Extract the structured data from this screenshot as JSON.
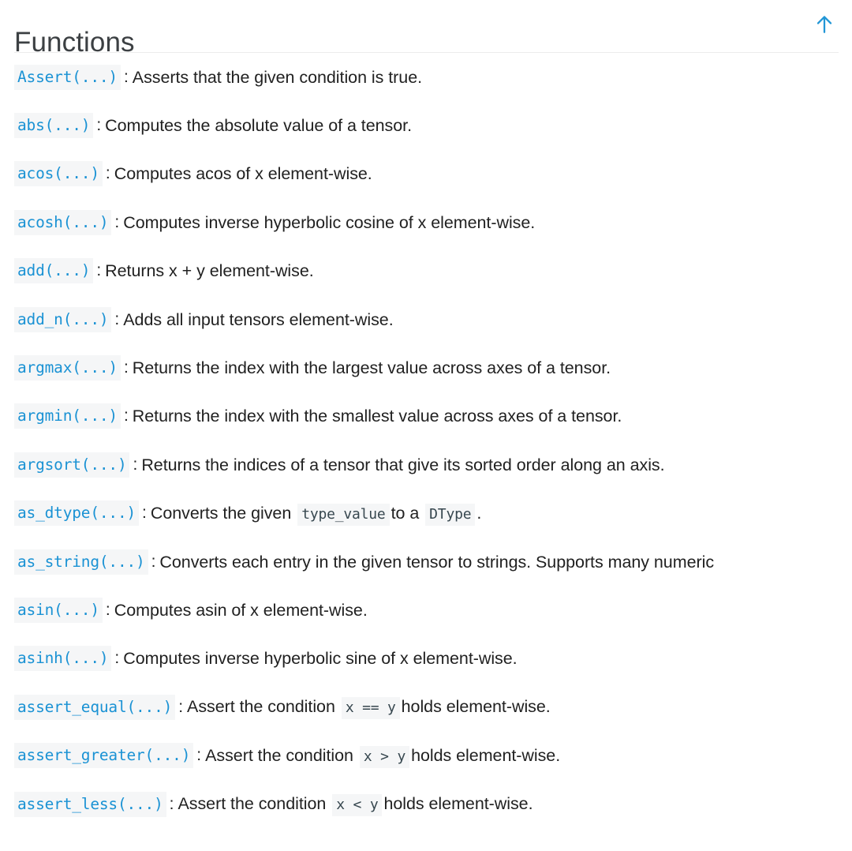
{
  "header": {
    "title": "Functions",
    "scroll_top_icon": "arrow-up-icon",
    "accent_color": "#1a92d4"
  },
  "theme": {
    "link_color": "#1a92d4",
    "text_color": "#212121",
    "code_bg": "#f5f6f7",
    "rule_color": "#ececec",
    "page_bg": "#ffffff"
  },
  "functions": [
    {
      "name": "Assert(...)",
      "sep": ":",
      "parts": [
        {
          "type": "text",
          "value": "Asserts that the given condition is true."
        }
      ]
    },
    {
      "name": "abs(...)",
      "sep": ":",
      "parts": [
        {
          "type": "text",
          "value": "Computes the absolute value of a tensor."
        }
      ]
    },
    {
      "name": "acos(...)",
      "sep": ":",
      "parts": [
        {
          "type": "text",
          "value": "Computes acos of x element-wise."
        }
      ]
    },
    {
      "name": "acosh(...)",
      "sep": ":",
      "parts": [
        {
          "type": "text",
          "value": "Computes inverse hyperbolic cosine of x element-wise."
        }
      ]
    },
    {
      "name": "add(...)",
      "sep": ":",
      "parts": [
        {
          "type": "text",
          "value": "Returns x + y element-wise."
        }
      ]
    },
    {
      "name": "add_n(...)",
      "sep": ":",
      "parts": [
        {
          "type": "text",
          "value": "Adds all input tensors element-wise."
        }
      ]
    },
    {
      "name": "argmax(...)",
      "sep": ":",
      "parts": [
        {
          "type": "text",
          "value": "Returns the index with the largest value across axes of a tensor."
        }
      ]
    },
    {
      "name": "argmin(...)",
      "sep": ":",
      "parts": [
        {
          "type": "text",
          "value": "Returns the index with the smallest value across axes of a tensor."
        }
      ]
    },
    {
      "name": "argsort(...)",
      "sep": ":",
      "parts": [
        {
          "type": "text",
          "value": "Returns the indices of a tensor that give its sorted order along an axis."
        }
      ]
    },
    {
      "name": "as_dtype(...)",
      "sep": ":",
      "parts": [
        {
          "type": "text",
          "value": "Converts the given"
        },
        {
          "type": "code",
          "value": "type_value"
        },
        {
          "type": "text",
          "value": "to a"
        },
        {
          "type": "code",
          "value": "DType"
        },
        {
          "type": "text",
          "value": "."
        }
      ]
    },
    {
      "name": "as_string(...)",
      "sep": ":",
      "parts": [
        {
          "type": "text",
          "value": "Converts each entry in the given tensor to strings. Supports many numeric"
        }
      ]
    },
    {
      "name": "asin(...)",
      "sep": ":",
      "parts": [
        {
          "type": "text",
          "value": "Computes asin of x element-wise."
        }
      ]
    },
    {
      "name": "asinh(...)",
      "sep": ":",
      "parts": [
        {
          "type": "text",
          "value": "Computes inverse hyperbolic sine of x element-wise."
        }
      ]
    },
    {
      "name": "assert_equal(...)",
      "sep": ":",
      "parts": [
        {
          "type": "text",
          "value": "Assert the condition"
        },
        {
          "type": "code",
          "value": "x == y"
        },
        {
          "type": "text",
          "value": "holds element-wise."
        }
      ]
    },
    {
      "name": "assert_greater(...)",
      "sep": ":",
      "parts": [
        {
          "type": "text",
          "value": "Assert the condition"
        },
        {
          "type": "code",
          "value": "x > y"
        },
        {
          "type": "text",
          "value": "holds element-wise."
        }
      ]
    },
    {
      "name": "assert_less(...)",
      "sep": ":",
      "parts": [
        {
          "type": "text",
          "value": "Assert the condition"
        },
        {
          "type": "code",
          "value": "x < y"
        },
        {
          "type": "text",
          "value": "holds element-wise."
        }
      ]
    }
  ]
}
